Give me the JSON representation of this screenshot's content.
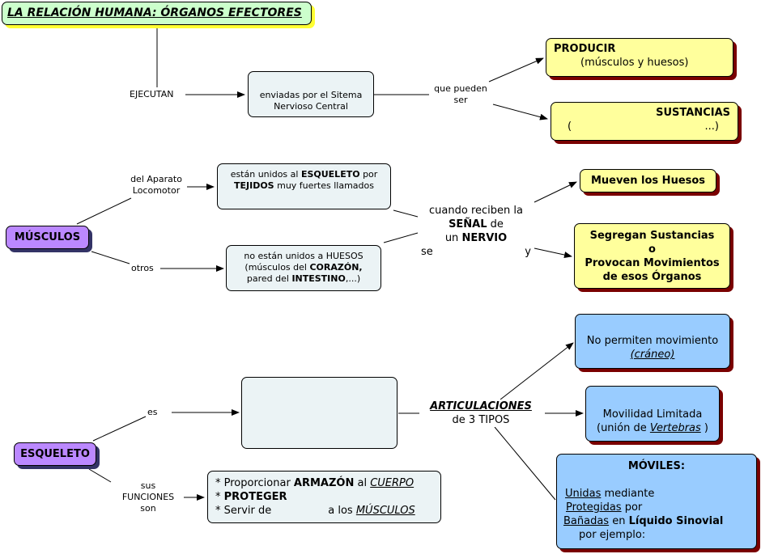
{
  "title": "LA RELACIÓN HUMANA: ÓRGANOS EFECTORES",
  "colors": {
    "title_fill": "#ccffcc",
    "title_shadow": "#ffff33",
    "concept_fill": "#ebf3f5",
    "yellow_fill": "#ffff9c",
    "blue_fill": "#99ccff",
    "purple_fill": "#bb88ff",
    "shadow_dark_red": "#7a0000",
    "shadow_navy": "#333366"
  },
  "links": {
    "ejecutan": "EJECUTAN",
    "que_pueden": "que pueden",
    "ser": "ser",
    "del_aparato": "del Aparato",
    "locomotor": "Locomotor",
    "otros": "otros",
    "cuando_reciben": "cuando reciben la",
    "senal": "SEÑAL",
    "de": "de",
    "un": "un",
    "nervio": "NERVIO",
    "se": "se",
    "y": "y",
    "es": "es",
    "sus": "sus",
    "funciones": "FUNCIONES",
    "son": "son",
    "articulaciones": "ARTICULACIONES",
    "de_3_tipos": "de 3 TIPOS"
  },
  "nodes": {
    "enviadas": {
      "line1": "enviadas por el Sitema",
      "line2": "Nervioso Central"
    },
    "producir": {
      "title": "PRODUCIR",
      "sub": "(músculos y huesos)"
    },
    "sustancias": {
      "title": "SUSTANCIAS",
      "open": "(",
      "close": "...)"
    },
    "musculos": "MÚSCULOS",
    "unidos": {
      "a": "están unidos al ",
      "b": "ESQUELETO",
      "c": " por",
      "d": "TEJIDOS",
      "e": " muy fuertes llamados"
    },
    "no_unidos": {
      "a": "no están unidos a HUESOS",
      "b": "(músculos del ",
      "c": "CORAZÓN,",
      "d": "pared del ",
      "e": "INTESTINO",
      "f": ",...)"
    },
    "mueven": "Mueven los Huesos",
    "segregan": {
      "l1": "Segregan Sustancias",
      "l2": "o",
      "l3": "Provocan Movimientos",
      "l4": "de esos Órganos"
    },
    "esqueleto": "ESQUELETO",
    "funciones": {
      "l1a": "* Proporcionar ",
      "l1b": "ARMAZÓN",
      "l1c": " al ",
      "l1d": "CUERPO",
      "l2a": "* ",
      "l2b": "PROTEGER",
      "l3a": "* Servir de",
      "l3b": "a los ",
      "l3c": "MÚSCULOS"
    },
    "no_permiten": {
      "l1": "No permiten movimiento",
      "l2": "(cráneo)"
    },
    "movilidad": {
      "l1": "Movilidad Limitada",
      "l2a": "(unión de ",
      "l2b": "Vertebras",
      "l2c": " )"
    },
    "moviles": {
      "title": "MÓVILES:",
      "r1a": "Unidas",
      "r1b": " mediante",
      "r2a": "Protegidas",
      "r2b": " por",
      "r3a": "Bañadas",
      "r3b": " en ",
      "r3c": "Líquido Sinovial",
      "r4": "por ejemplo:"
    }
  }
}
